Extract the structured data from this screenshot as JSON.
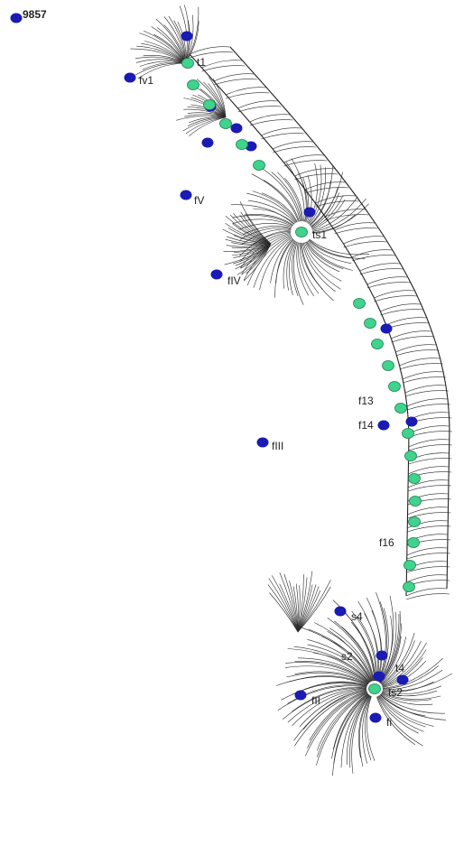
{
  "colors": {
    "background": "#ffffff",
    "fiber": "#2a2a2a",
    "node_blue": "#1a1ab4",
    "node_green": "#3fd38c",
    "node_green_stroke": "#1e7f52"
  },
  "labels": {
    "corner": "9857",
    "fV": "fV",
    "fIV": "fIV",
    "fIII": "fIII",
    "f13": "f13",
    "f14": "f14",
    "f16": "f16",
    "s4": "s4",
    "s2": "s2",
    "fi": "fi",
    "fII": "fII",
    "t1": "t1",
    "t4": "t4",
    "ts1": "ts1",
    "ts2": "ts2",
    "fv1": "fv1"
  },
  "nodes": {
    "blue": [
      "corner",
      "top1",
      "fv1",
      "b3",
      "b4",
      "b5",
      "fV",
      "s2top",
      "fIV",
      "b9",
      "b10",
      "f14",
      "fIII",
      "b13",
      "s4",
      "s2",
      "b16",
      "b17",
      "fII",
      "fi"
    ],
    "green": [
      "g1",
      "g2",
      "g3",
      "g4",
      "g5",
      "g6",
      "ts1",
      "g8",
      "g9",
      "g10",
      "g11",
      "g12",
      "g13",
      "g14",
      "g15",
      "g16",
      "g17",
      "g18",
      "g19",
      "g20",
      "g21",
      "ts2"
    ]
  }
}
